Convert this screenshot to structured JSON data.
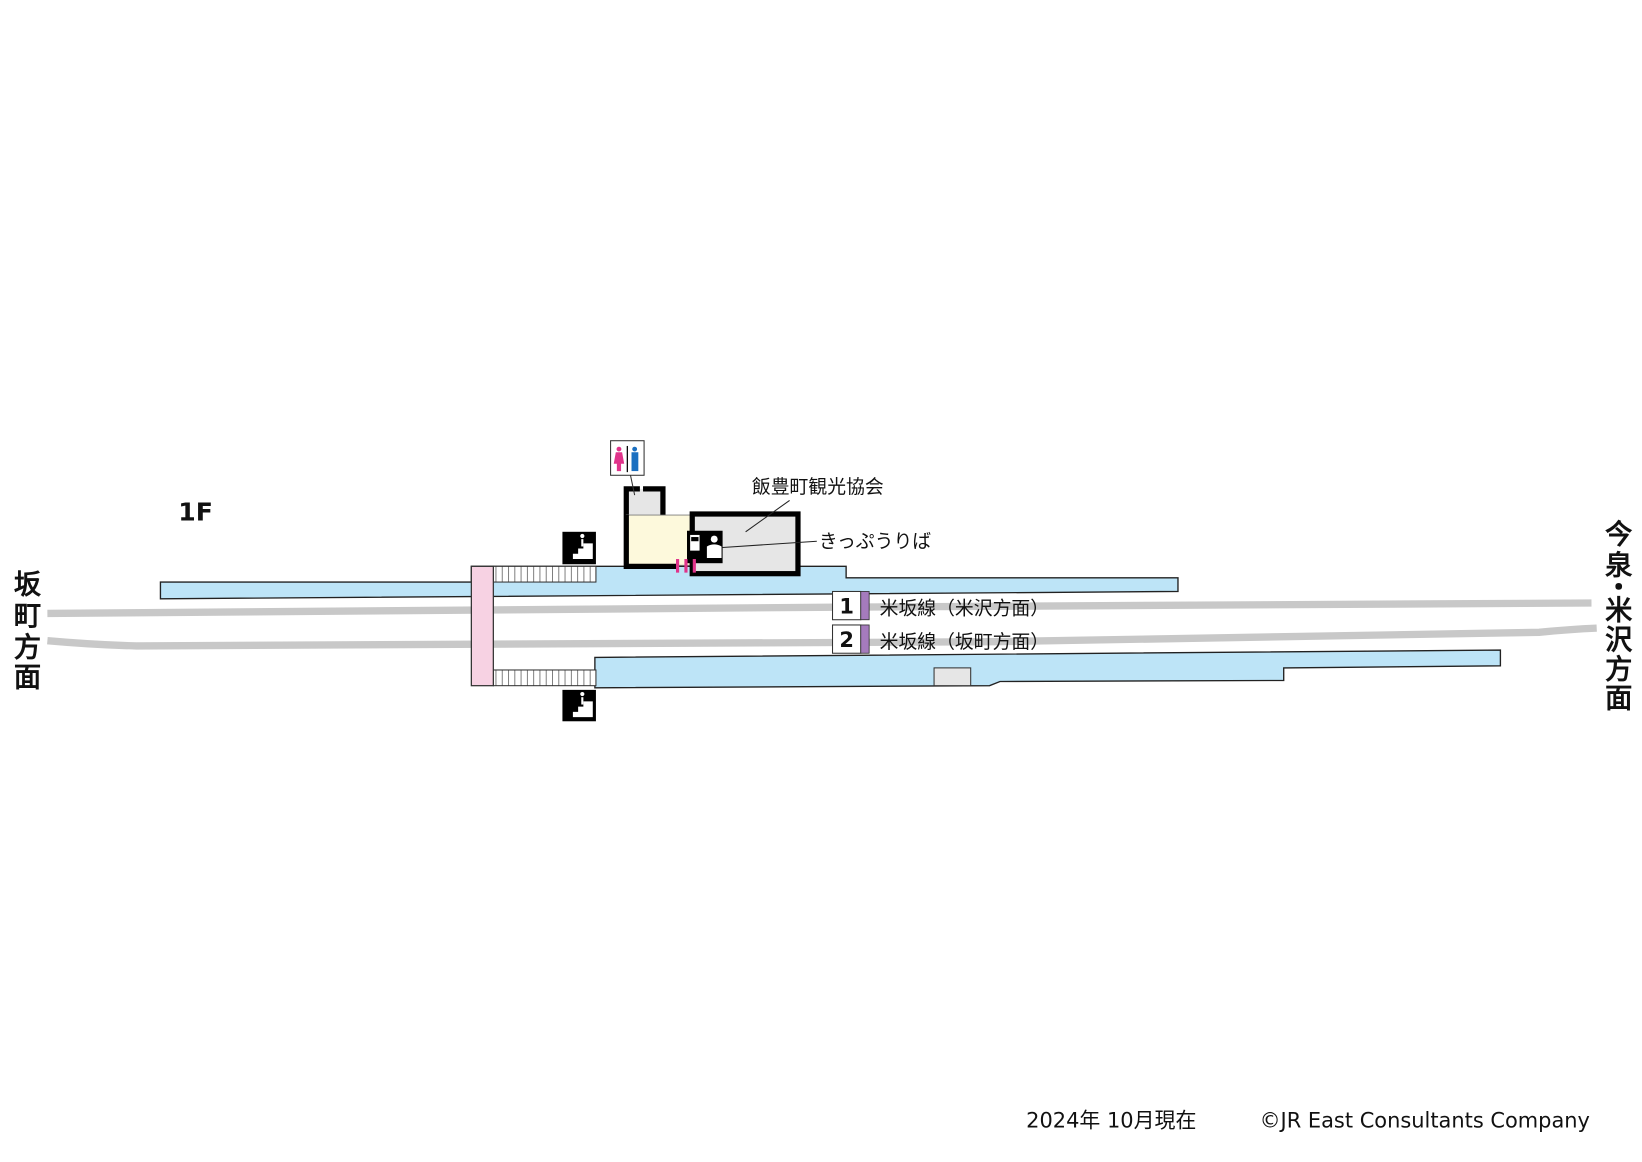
{
  "floor_label": "1F",
  "directions": {
    "left": [
      "坂",
      "町",
      "方",
      "面"
    ],
    "right": [
      "今",
      "泉",
      "・",
      "米",
      "沢",
      "方",
      "面"
    ]
  },
  "facilities": {
    "tourism_office": "飯豊町観光協会",
    "ticket_office": "きっぷうりば"
  },
  "platforms": [
    {
      "number": "1",
      "line": "米坂線（米沢方面）"
    },
    {
      "number": "2",
      "line": "米坂線（坂町方面）"
    }
  ],
  "icons": [
    "restroom-icon",
    "stairs-icon",
    "ticket-machine-icon",
    "ticket-staff-icon",
    "ticket-gate-icon"
  ],
  "colors": {
    "platform": "#bde4f7",
    "overpass": "#f7d2e3",
    "waiting_room": "#fdf9dc",
    "room": "#e6e6e6",
    "track": "#c8c8c8",
    "line_color": "#a57bbd",
    "gate": "#e0338a"
  },
  "footer": {
    "date": "2024年 10月現在",
    "copyright": "©JR East Consultants Company"
  }
}
